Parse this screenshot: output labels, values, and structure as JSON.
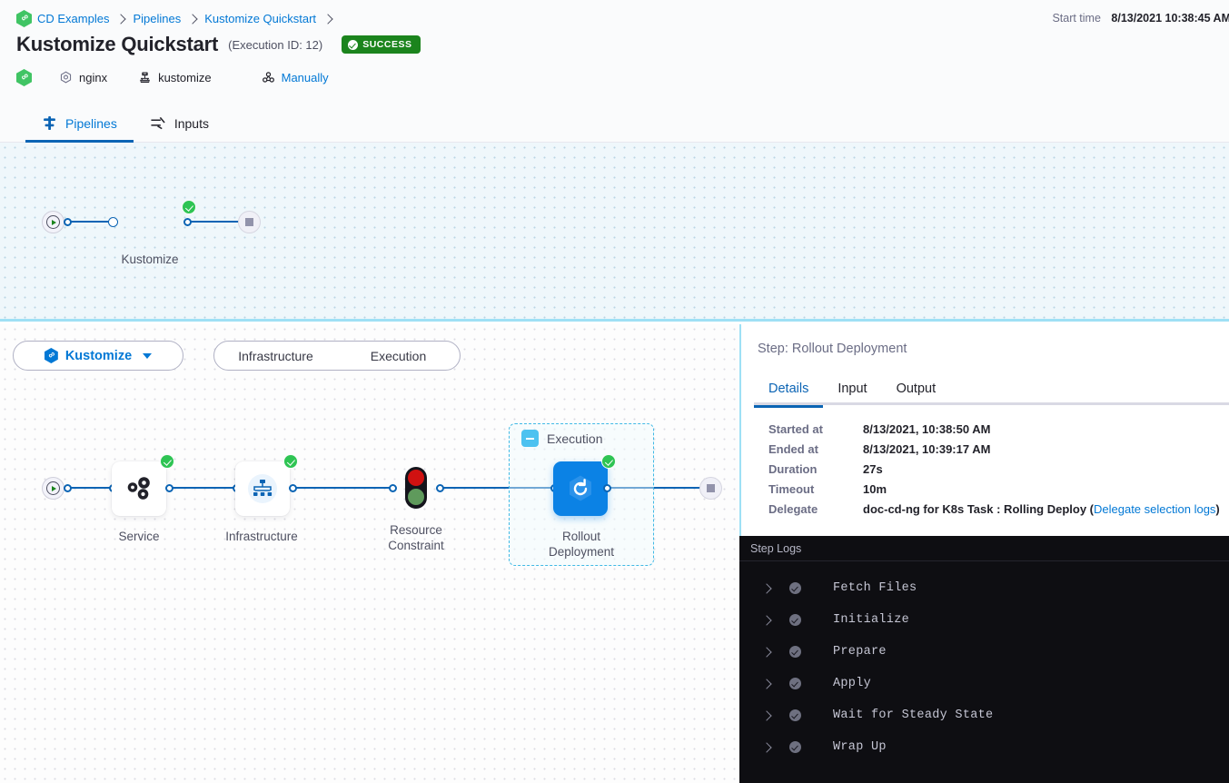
{
  "header": {
    "breadcrumb": [
      {
        "label": "CD Examples",
        "icon": "harness-hex-icon"
      },
      {
        "label": "Pipelines"
      },
      {
        "label": "Kustomize Quickstart"
      }
    ],
    "title": "Kustomize Quickstart",
    "execution_id": "(Execution ID: 12)",
    "status": "SUCCESS",
    "start_time_label": "Start time",
    "start_time_value": "8/13/2021 10:38:45 AM",
    "meta": [
      {
        "label": "nginx",
        "icon": "service-hex-icon",
        "link": false
      },
      {
        "label": "kustomize",
        "icon": "infrastructure-icon",
        "link": false
      },
      {
        "label": "Manually",
        "icon": "trigger-icon",
        "link": true
      }
    ]
  },
  "tabs": [
    {
      "label": "Pipelines",
      "icon": "pipeline-icon",
      "active": true
    },
    {
      "label": "Inputs",
      "icon": "inputs-icon",
      "active": false
    }
  ],
  "pipeline_graph": {
    "stage": {
      "label": "Kustomize",
      "status": "success",
      "icon": "harness-hex-icon"
    }
  },
  "stage_toolbar": {
    "stage_selector": {
      "label": "Kustomize",
      "icon": "kustomize-hex-icon",
      "caret": "chevron-down-icon"
    },
    "phases": [
      {
        "label": "Infrastructure"
      },
      {
        "label": "Execution"
      }
    ]
  },
  "stage_graph": {
    "nodes": [
      {
        "name": "Service",
        "label": "Service",
        "icon": "service-gears-icon",
        "status": "success"
      },
      {
        "name": "Infrastructure",
        "label": "Infrastructure",
        "icon": "infrastructure-tree-icon",
        "status": "success"
      },
      {
        "name": "Resource Constraint",
        "label_line1": "Resource",
        "label_line2": "Constraint",
        "icon": "traffic-light-icon",
        "status": "none"
      },
      {
        "name": "Rollout Deployment",
        "label_line1": "Rollout",
        "label_line2": "Deployment",
        "icon": "rollout-refresh-icon",
        "status": "success",
        "selected": true
      }
    ],
    "group": {
      "label": "Execution",
      "collapse_icon": "minus-square-icon"
    }
  },
  "right_panel": {
    "step_title": "Step: Rollout Deployment",
    "tabs": [
      {
        "label": "Details",
        "active": true
      },
      {
        "label": "Input",
        "active": false
      },
      {
        "label": "Output",
        "active": false
      }
    ],
    "details": [
      {
        "key": "Started at",
        "value": "8/13/2021, 10:38:50 AM"
      },
      {
        "key": "Ended at",
        "value": "8/13/2021, 10:39:17 AM"
      },
      {
        "key": "Duration",
        "value": "27s"
      },
      {
        "key": "Timeout",
        "value": "10m"
      }
    ],
    "delegate": {
      "key": "Delegate",
      "value_prefix": "doc-cd-ng for K8s Task : Rolling Deploy (",
      "link": "Delegate selection logs",
      "value_suffix": ")"
    }
  },
  "logs": {
    "header": "Step Logs",
    "rows": [
      {
        "label": "Fetch Files",
        "status": "success"
      },
      {
        "label": "Initialize",
        "status": "success"
      },
      {
        "label": "Prepare",
        "status": "success"
      },
      {
        "label": "Apply",
        "status": "success"
      },
      {
        "label": "Wait for Steady State",
        "status": "success"
      },
      {
        "label": "Wrap Up",
        "status": "success"
      }
    ]
  },
  "colors": {
    "accent_blue": "#0278d5",
    "node_blue": "#0b82e5",
    "success_green": "#1b841d",
    "badge_green": "#2ec453",
    "log_bg": "#0e0e12",
    "canvas_top_bg": "#eff7fb"
  }
}
